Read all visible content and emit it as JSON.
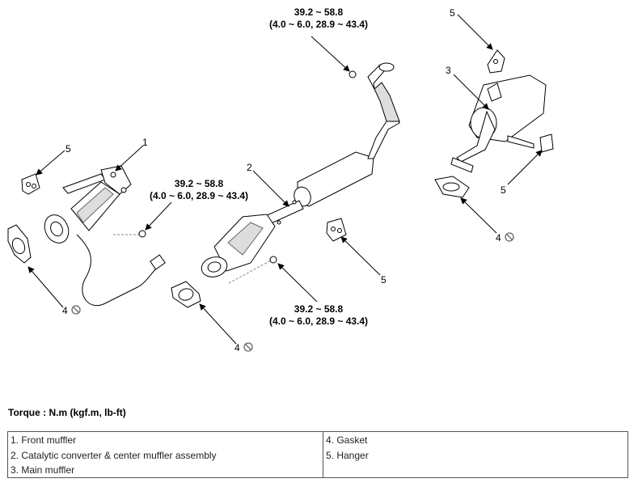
{
  "callouts": {
    "c1": "1",
    "c2": "2",
    "c3": "3",
    "c5a": "5",
    "c5b": "5",
    "c5c": "5",
    "c5d": "5",
    "c4a": "4",
    "c4b": "4",
    "c4c": "4"
  },
  "torque_specs": {
    "top": {
      "line1": "39.2 ~ 58.8",
      "line2": "(4.0 ~ 6.0, 28.9 ~ 43.4)"
    },
    "middle": {
      "line1": "39.2 ~ 58.8",
      "line2": "(4.0 ~ 6.0, 28.9 ~ 43.4)"
    },
    "bottom": {
      "line1": "39.2 ~ 58.8",
      "line2": "(4.0 ~ 6.0, 28.9 ~ 43.4)"
    }
  },
  "torque_title": "Torque : N.m (kgf.m, lb-ft)",
  "legend": {
    "left": [
      "1. Front muffler",
      "2. Catalytic converter & center muffler assembly",
      "3. Main muffler"
    ],
    "right": [
      "4. Gasket",
      "5. Hanger"
    ]
  },
  "icons": {
    "no_reuse": "prohibition-icon"
  }
}
